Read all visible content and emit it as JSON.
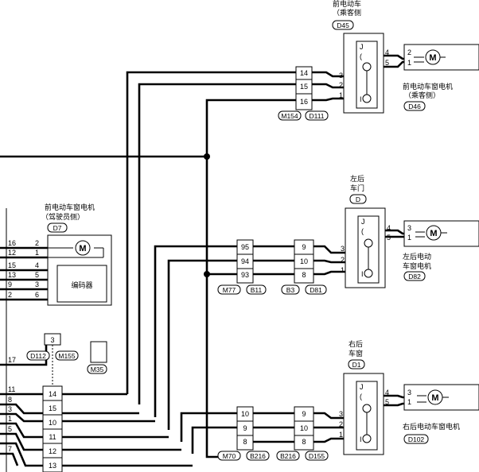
{
  "labels": {
    "fp_title": "前电动车",
    "fp_side": "（乘客侧",
    "fp_conn": "D45",
    "fp_motor": "前电动车窗电机",
    "fp_motor_side": "（乘客侧）",
    "fp_motor_conn": "D46",
    "fd_motor": "前电动车窗电机",
    "fd_side": "（驾驶员侧）",
    "fd_conn": "D7",
    "encoder": "编码器",
    "rl_title_1": "左后",
    "rl_title_2": "车门",
    "rl_conn": "D",
    "rl_motor_1": "左后电动",
    "rl_motor_2": "车窗电机",
    "rl_motor_conn": "D82",
    "rr_title_1": "右后",
    "rr_title_2": "车窗",
    "rr_conn": "D1",
    "rr_motor": "右后电动车窗电机",
    "rr_motor_conn": "D102",
    "motor_symbol": "M"
  },
  "connectors": {
    "fp": [
      "M154",
      "D111"
    ],
    "rl": [
      "M77",
      "B11",
      "B3",
      "D81"
    ],
    "ground": [
      "D112",
      "M155",
      "M35"
    ],
    "rr": [
      "M70",
      "B216",
      "B216",
      "D155"
    ]
  },
  "pins": {
    "fp_block": [
      "14",
      "15",
      "16"
    ],
    "fp_switch": [
      "3",
      "2",
      "1"
    ],
    "fp_motor": [
      "4",
      "5",
      "2",
      "1"
    ],
    "rl_block_a": [
      "95",
      "94",
      "93"
    ],
    "rl_block_b": [
      "9",
      "10",
      "8"
    ],
    "rl_switch": [
      "3",
      "2",
      "1"
    ],
    "rl_motor": [
      "4",
      "5",
      "3",
      "1"
    ],
    "rr_block_a": [
      "10",
      "9",
      "8"
    ],
    "rr_block_b": [
      "9",
      "10",
      "8"
    ],
    "rr_switch": [
      "3",
      "2",
      "1"
    ],
    "rr_motor": [
      "4",
      "5",
      "3",
      "1"
    ],
    "left_unit": [
      "16",
      "12",
      "15",
      "13",
      "9",
      "2",
      "17",
      "11",
      "8",
      "3",
      "1",
      "5",
      "7"
    ],
    "fd_motor": [
      "2",
      "1",
      "4",
      "5",
      "3",
      "6"
    ],
    "ground_pin": "3",
    "bottom_block": [
      "14",
      "15",
      "10",
      "11",
      "12",
      "13"
    ]
  }
}
